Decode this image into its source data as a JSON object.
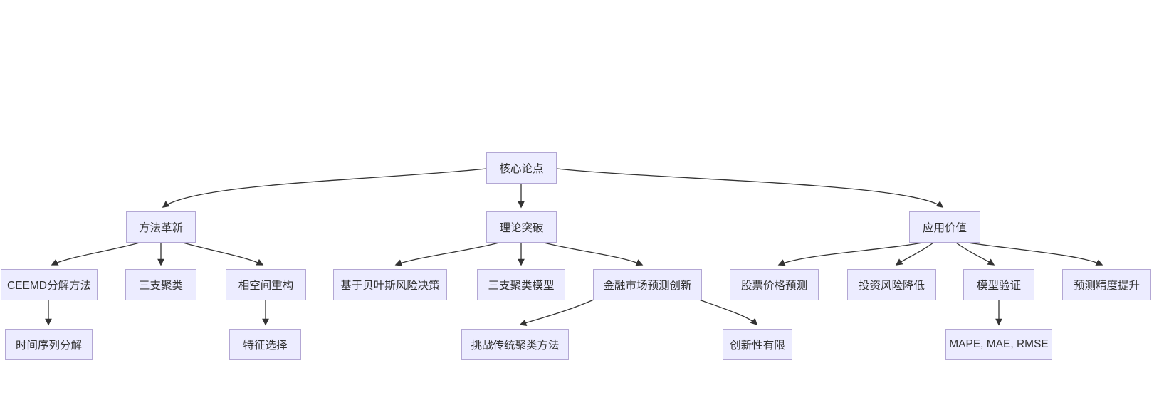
{
  "diagram": {
    "type": "flowchart-tree",
    "colors": {
      "background": "#ffffff",
      "node_fill": "#ECECFF",
      "node_border": "#b3a7d4",
      "node_text": "#333333",
      "edge_line": "#333333"
    },
    "nodes": {
      "root": {
        "label": "核心论点"
      },
      "method": {
        "label": "方法革新"
      },
      "theory": {
        "label": "理论突破"
      },
      "application": {
        "label": "应用价值"
      },
      "ceemd": {
        "label": "CEEMD分解方法"
      },
      "three_way": {
        "label": "三支聚类"
      },
      "phase_space": {
        "label": "相空间重构"
      },
      "bayes": {
        "label": "基于贝叶斯风险决策"
      },
      "tw_model": {
        "label": "三支聚类模型"
      },
      "fin_innov": {
        "label": "金融市场预测创新"
      },
      "stock_pred": {
        "label": "股票价格预测"
      },
      "risk_lower": {
        "label": "投资风险降低"
      },
      "model_valid": {
        "label": "模型验证"
      },
      "precision": {
        "label": "预测精度提升"
      },
      "ts_decomp": {
        "label": "时间序列分解"
      },
      "feat_sel": {
        "label": "特征选择"
      },
      "challenge": {
        "label": "挑战传统聚类方法"
      },
      "limited": {
        "label": "创新性有限"
      },
      "mape": {
        "label": "MAPE, MAE, RMSE"
      }
    },
    "edges": [
      {
        "from": "root",
        "to": "method"
      },
      {
        "from": "root",
        "to": "theory"
      },
      {
        "from": "root",
        "to": "application"
      },
      {
        "from": "method",
        "to": "ceemd"
      },
      {
        "from": "method",
        "to": "three_way"
      },
      {
        "from": "method",
        "to": "phase_space"
      },
      {
        "from": "theory",
        "to": "bayes"
      },
      {
        "from": "theory",
        "to": "tw_model"
      },
      {
        "from": "theory",
        "to": "fin_innov"
      },
      {
        "from": "application",
        "to": "stock_pred"
      },
      {
        "from": "application",
        "to": "risk_lower"
      },
      {
        "from": "application",
        "to": "model_valid"
      },
      {
        "from": "application",
        "to": "precision"
      },
      {
        "from": "ceemd",
        "to": "ts_decomp"
      },
      {
        "from": "phase_space",
        "to": "feat_sel"
      },
      {
        "from": "fin_innov",
        "to": "challenge"
      },
      {
        "from": "fin_innov",
        "to": "limited"
      },
      {
        "from": "model_valid",
        "to": "mape"
      }
    ]
  }
}
